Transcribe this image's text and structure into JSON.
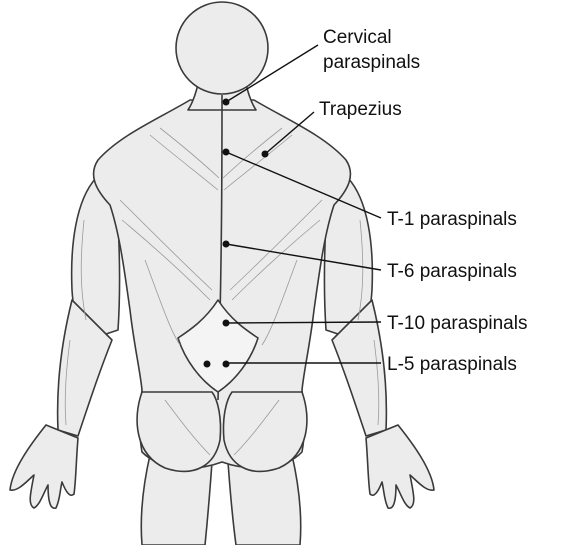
{
  "diagram": {
    "colors": {
      "skin_fill": "#ececec",
      "outline": "#3a3a3a",
      "fiber": "#9a9a9a",
      "leader_line": "#111111",
      "dot": "#111111"
    },
    "labels": [
      {
        "id": "cervical",
        "lines": [
          "Cervical",
          "paraspinals"
        ]
      },
      {
        "id": "trapezius",
        "lines": [
          "Trapezius"
        ]
      },
      {
        "id": "t1",
        "lines": [
          "T-1 paraspinals"
        ]
      },
      {
        "id": "t6",
        "lines": [
          "T-6 paraspinals"
        ]
      },
      {
        "id": "t10",
        "lines": [
          "T-10 paraspinals"
        ]
      },
      {
        "id": "l5",
        "lines": [
          "L-5 paraspinals"
        ]
      }
    ]
  }
}
